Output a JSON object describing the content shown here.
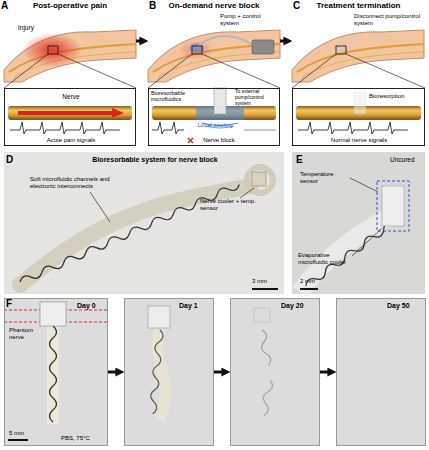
{
  "diagram": {
    "nodes": [
      {
        "text": [
          "Post-operative pain",
          "Injury"
        ]
      },
      {
        "text": [
          "On-demand nerve block",
          "Pump + control system"
        ]
      },
      {
        "text": [
          "Treatment termination",
          "Disconnect pump/control system"
        ]
      },
      {
        "text": [
          "Nerve",
          "Acute pain signals"
        ]
      },
      {
        "text": [
          "Bioresorbable microfluidics",
          "To external pump/control system",
          "Local cooling",
          "Nerve block"
        ]
      },
      {
        "text": [
          "Bioresorption",
          "Normal nerve signals"
        ]
      },
      {
        "text": [
          "Day 0",
          "Phantom nerve",
          "5 mm",
          "PBS, 75°C"
        ]
      },
      {
        "text": [
          "Day 1"
        ]
      },
      {
        "text": [
          "Day 20"
        ]
      },
      {
        "text": [
          "Day 50"
        ]
      }
    ],
    "edges": [
      {
        "from": 0,
        "to": 1,
        "arrow": "to"
      },
      {
        "from": 1,
        "to": 2,
        "arrow": "to"
      },
      {
        "from": 6,
        "to": 7,
        "arrow": "to"
      },
      {
        "from": 7,
        "to": 8,
        "arrow": "to"
      },
      {
        "from": 8,
        "to": 9,
        "arrow": "to"
      }
    ],
    "labels": [
      "A",
      "B",
      "C",
      "D",
      "Bioresorbable system for nerve block",
      "Soft microfluidic channels and electronic interconnects",
      "Nerve cooler + temp. sensor",
      "3 mm",
      "E",
      "Uncured",
      "Temperature sensor",
      "Evaporative microfluidic cooler",
      "2 mm",
      "F"
    ]
  }
}
